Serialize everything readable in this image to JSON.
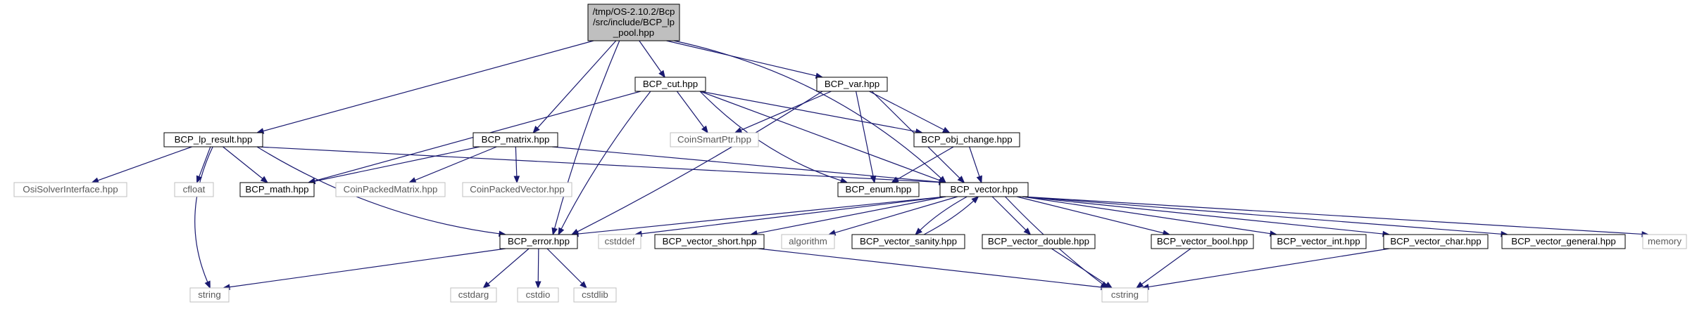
{
  "diagram": {
    "colors": {
      "edge": "#191970",
      "root_fill": "#bfbfbf",
      "local_border": "#000000",
      "external_border": "#bfbfbf",
      "external_text": "#595959",
      "background": "#ffffff"
    },
    "nodes": [
      {
        "id": "root",
        "kind": "root",
        "lines": [
          "/tmp/OS-2.10.2/Bcp",
          "/src/include/BCP_lp",
          "_pool.hpp"
        ]
      },
      {
        "id": "bcp_cut",
        "kind": "local",
        "lines": [
          "BCP_cut.hpp"
        ]
      },
      {
        "id": "bcp_var",
        "kind": "local",
        "lines": [
          "BCP_var.hpp"
        ]
      },
      {
        "id": "bcp_lp_result",
        "kind": "local",
        "lines": [
          "BCP_lp_result.hpp"
        ]
      },
      {
        "id": "bcp_matrix",
        "kind": "local",
        "lines": [
          "BCP_matrix.hpp"
        ]
      },
      {
        "id": "coin_smart_ptr",
        "kind": "external",
        "lines": [
          "CoinSmartPtr.hpp"
        ]
      },
      {
        "id": "bcp_obj_change",
        "kind": "local",
        "lines": [
          "BCP_obj_change.hpp"
        ]
      },
      {
        "id": "osi_solver",
        "kind": "external",
        "lines": [
          "OsiSolverInterface.hpp"
        ]
      },
      {
        "id": "cfloat",
        "kind": "external",
        "lines": [
          "cfloat"
        ]
      },
      {
        "id": "bcp_math",
        "kind": "local",
        "lines": [
          "BCP_math.hpp"
        ]
      },
      {
        "id": "coin_packed_matrix",
        "kind": "external",
        "lines": [
          "CoinPackedMatrix.hpp"
        ]
      },
      {
        "id": "coin_packed_vector",
        "kind": "external",
        "lines": [
          "CoinPackedVector.hpp"
        ]
      },
      {
        "id": "bcp_enum",
        "kind": "local",
        "lines": [
          "BCP_enum.hpp"
        ]
      },
      {
        "id": "bcp_vector",
        "kind": "local",
        "lines": [
          "BCP_vector.hpp"
        ]
      },
      {
        "id": "bcp_error",
        "kind": "local",
        "lines": [
          "BCP_error.hpp"
        ]
      },
      {
        "id": "cstddef",
        "kind": "external",
        "lines": [
          "cstddef"
        ]
      },
      {
        "id": "bcp_vector_short",
        "kind": "local",
        "lines": [
          "BCP_vector_short.hpp"
        ]
      },
      {
        "id": "algorithm",
        "kind": "external",
        "lines": [
          "algorithm"
        ]
      },
      {
        "id": "bcp_vector_sanity",
        "kind": "local",
        "lines": [
          "BCP_vector_sanity.hpp"
        ]
      },
      {
        "id": "bcp_vector_double",
        "kind": "local",
        "lines": [
          "BCP_vector_double.hpp"
        ]
      },
      {
        "id": "bcp_vector_bool",
        "kind": "local",
        "lines": [
          "BCP_vector_bool.hpp"
        ]
      },
      {
        "id": "bcp_vector_int",
        "kind": "local",
        "lines": [
          "BCP_vector_int.hpp"
        ]
      },
      {
        "id": "bcp_vector_char",
        "kind": "local",
        "lines": [
          "BCP_vector_char.hpp"
        ]
      },
      {
        "id": "bcp_vector_general",
        "kind": "local",
        "lines": [
          "BCP_vector_general.hpp"
        ]
      },
      {
        "id": "memory",
        "kind": "external",
        "lines": [
          "memory"
        ]
      },
      {
        "id": "string",
        "kind": "external",
        "lines": [
          "string"
        ]
      },
      {
        "id": "cstdarg",
        "kind": "external",
        "lines": [
          "cstdarg"
        ]
      },
      {
        "id": "cstdio",
        "kind": "external",
        "lines": [
          "cstdio"
        ]
      },
      {
        "id": "cstdlib",
        "kind": "external",
        "lines": [
          "cstdlib"
        ]
      },
      {
        "id": "cstring",
        "kind": "external",
        "lines": [
          "cstring"
        ]
      }
    ],
    "edges": [
      {
        "from": "root",
        "to": "bcp_cut"
      },
      {
        "from": "root",
        "to": "bcp_var"
      },
      {
        "from": "root",
        "to": "bcp_lp_result"
      },
      {
        "from": "root",
        "to": "bcp_matrix"
      },
      {
        "from": "root",
        "to": "bcp_error"
      },
      {
        "from": "root",
        "to": "bcp_vector"
      },
      {
        "from": "bcp_cut",
        "to": "coin_smart_ptr"
      },
      {
        "from": "bcp_cut",
        "to": "bcp_obj_change"
      },
      {
        "from": "bcp_cut",
        "to": "bcp_math"
      },
      {
        "from": "bcp_cut",
        "to": "bcp_enum"
      },
      {
        "from": "bcp_cut",
        "to": "bcp_vector"
      },
      {
        "from": "bcp_cut",
        "to": "bcp_error"
      },
      {
        "from": "bcp_var",
        "to": "coin_smart_ptr"
      },
      {
        "from": "bcp_var",
        "to": "bcp_obj_change"
      },
      {
        "from": "bcp_var",
        "to": "bcp_enum"
      },
      {
        "from": "bcp_var",
        "to": "bcp_vector"
      },
      {
        "from": "bcp_var",
        "to": "bcp_error"
      },
      {
        "from": "bcp_lp_result",
        "to": "osi_solver"
      },
      {
        "from": "bcp_lp_result",
        "to": "cfloat"
      },
      {
        "from": "bcp_lp_result",
        "to": "bcp_math"
      },
      {
        "from": "bcp_lp_result",
        "to": "bcp_vector"
      },
      {
        "from": "bcp_lp_result",
        "to": "bcp_error"
      },
      {
        "from": "bcp_lp_result",
        "to": "string"
      },
      {
        "from": "bcp_matrix",
        "to": "bcp_math"
      },
      {
        "from": "bcp_matrix",
        "to": "coin_packed_matrix"
      },
      {
        "from": "bcp_matrix",
        "to": "coin_packed_vector"
      },
      {
        "from": "bcp_matrix",
        "to": "bcp_vector"
      },
      {
        "from": "bcp_obj_change",
        "to": "bcp_enum"
      },
      {
        "from": "bcp_obj_change",
        "to": "bcp_vector"
      },
      {
        "from": "bcp_vector",
        "to": "bcp_error"
      },
      {
        "from": "bcp_vector",
        "to": "cstddef"
      },
      {
        "from": "bcp_vector",
        "to": "bcp_vector_short"
      },
      {
        "from": "bcp_vector",
        "to": "algorithm"
      },
      {
        "from": "bcp_vector",
        "to": "bcp_vector_sanity"
      },
      {
        "from": "bcp_vector_sanity",
        "to": "bcp_vector"
      },
      {
        "from": "bcp_vector",
        "to": "bcp_vector_double"
      },
      {
        "from": "bcp_vector",
        "to": "bcp_vector_bool"
      },
      {
        "from": "bcp_vector",
        "to": "bcp_vector_int"
      },
      {
        "from": "bcp_vector",
        "to": "bcp_vector_char"
      },
      {
        "from": "bcp_vector",
        "to": "bcp_vector_general"
      },
      {
        "from": "bcp_vector",
        "to": "memory"
      },
      {
        "from": "bcp_vector",
        "to": "cstring"
      },
      {
        "from": "bcp_error",
        "to": "string"
      },
      {
        "from": "bcp_error",
        "to": "cstdarg"
      },
      {
        "from": "bcp_error",
        "to": "cstdio"
      },
      {
        "from": "bcp_error",
        "to": "cstdlib"
      },
      {
        "from": "bcp_vector_short",
        "to": "cstring"
      },
      {
        "from": "bcp_vector_double",
        "to": "cstring"
      },
      {
        "from": "bcp_vector_bool",
        "to": "cstring"
      },
      {
        "from": "bcp_vector_char",
        "to": "cstring"
      }
    ]
  }
}
